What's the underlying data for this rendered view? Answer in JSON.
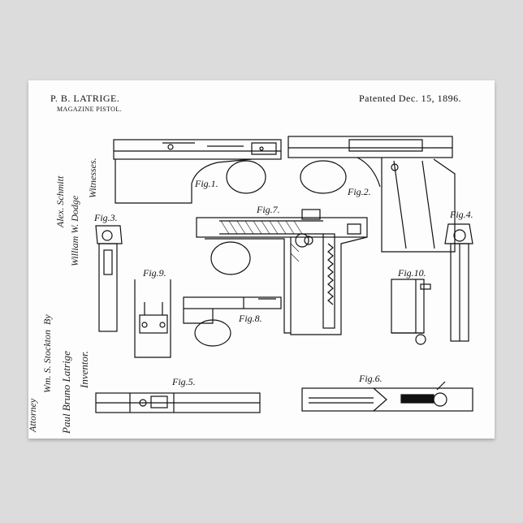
{
  "header": {
    "inventor": "P. B. LATRIGE.",
    "title": "MAGAZINE PISTOL.",
    "patented": "Patented Dec. 15, 1896."
  },
  "figures": [
    "Fig.1.",
    "Fig.2.",
    "Fig.3.",
    "Fig.4.",
    "Fig.5.",
    "Fig.6.",
    "Fig.7.",
    "Fig.8.",
    "Fig.9.",
    "Fig.10."
  ],
  "witnesses": {
    "heading": "Witnesses.",
    "names": [
      "William W. Dodge",
      "Alex. Schmitt"
    ]
  },
  "inventor_block": {
    "heading": "Inventor.",
    "name": "Paul Bruno Latrige",
    "by": "By",
    "attorney_line": "Wm. S. Stockton",
    "attorney": "Attorney"
  },
  "colors": {
    "background": "#dcdcdc",
    "paper": "#fdfdfd",
    "ink": "#111111"
  }
}
